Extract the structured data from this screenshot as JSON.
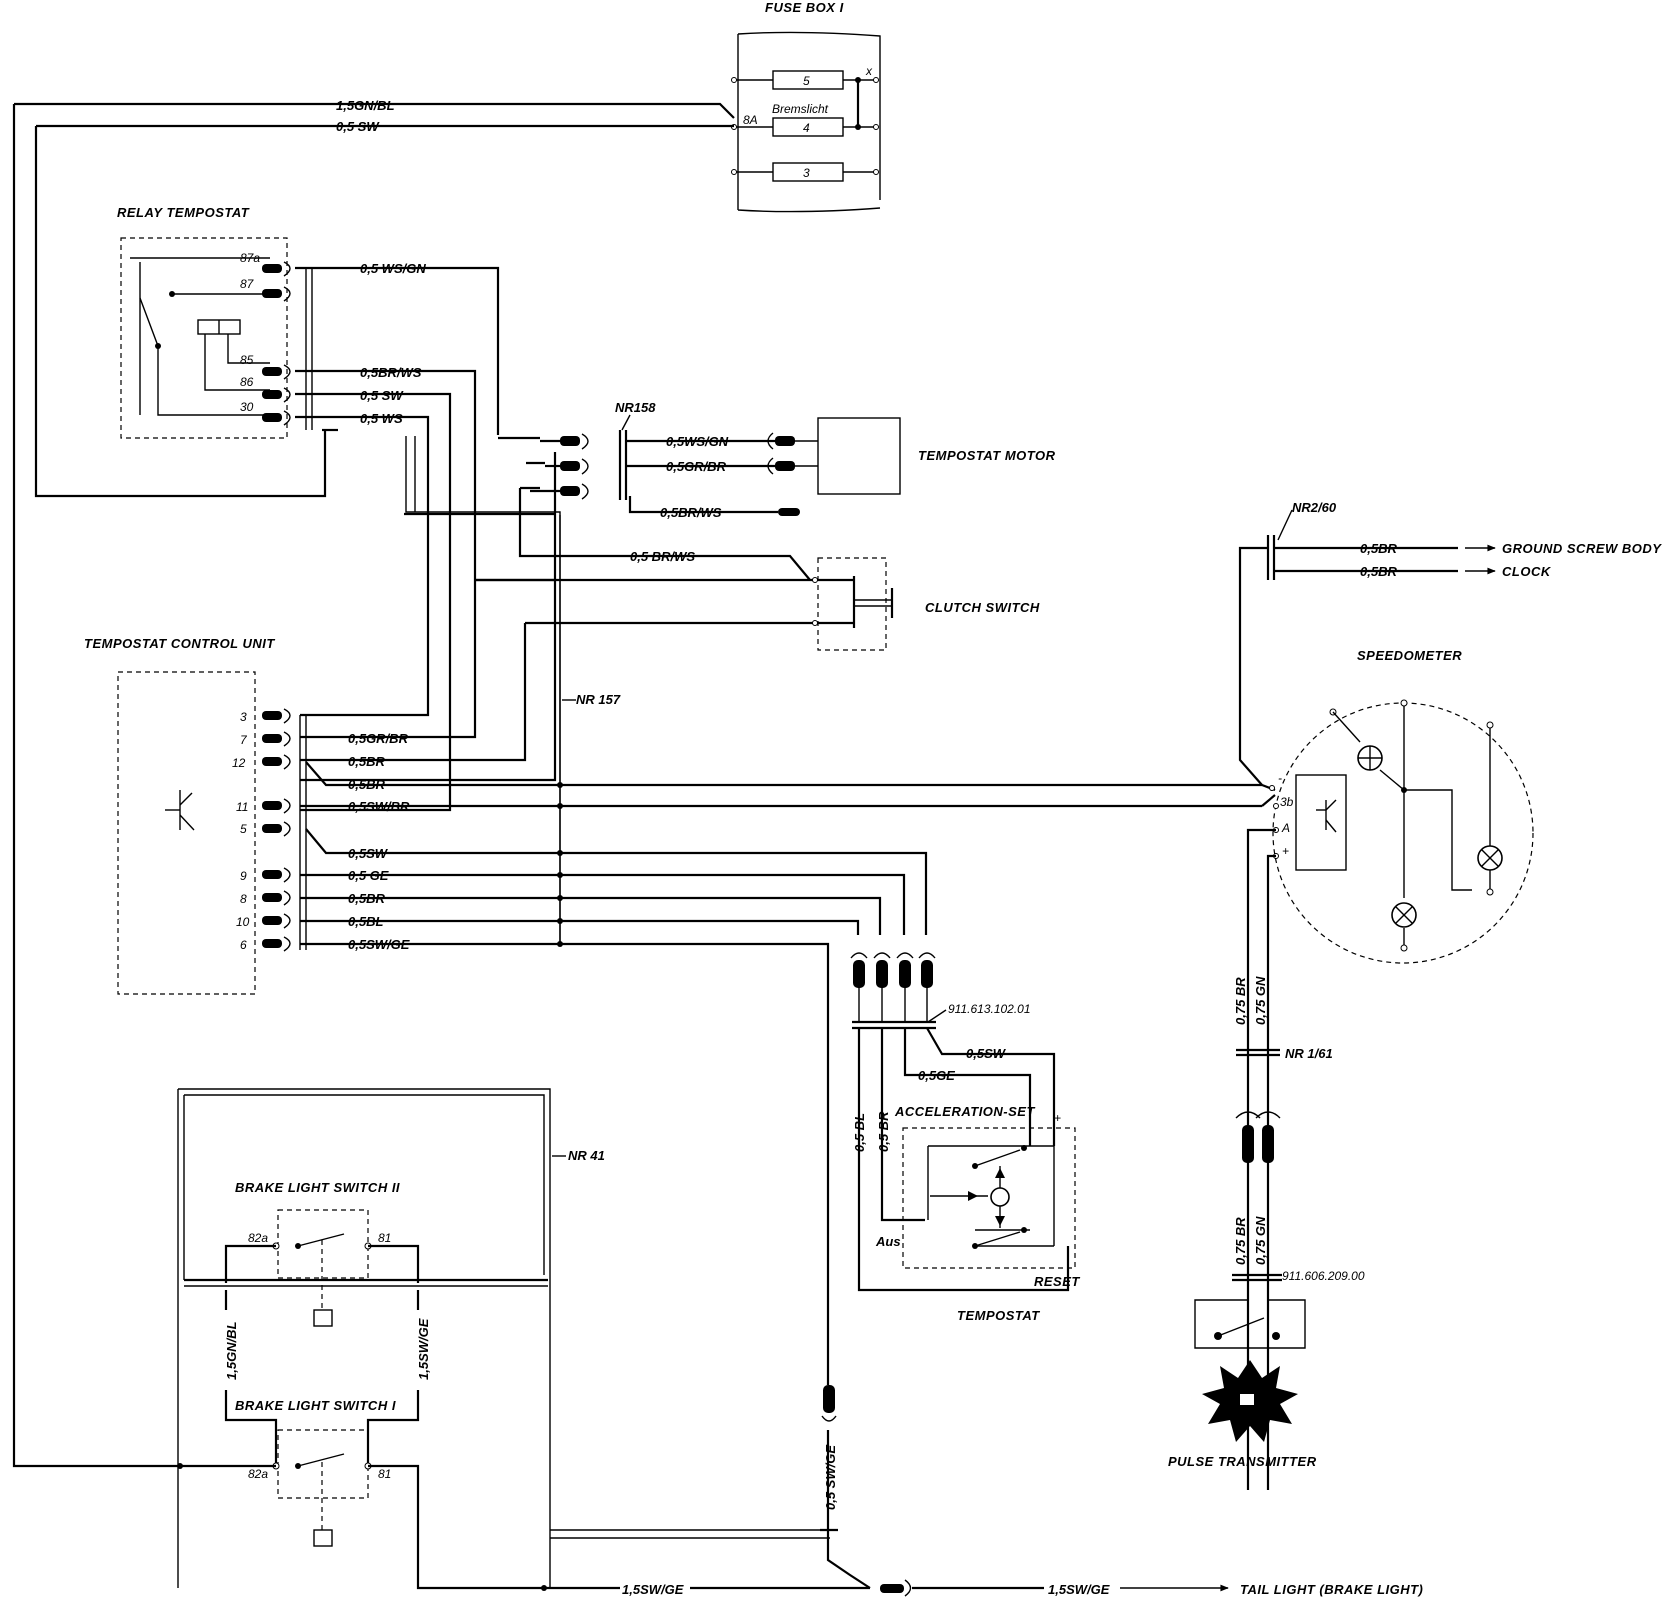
{
  "diagram": {
    "components": {
      "fuse_box": {
        "title": "FUSE BOX I",
        "fuses": [
          "5",
          "4",
          "3"
        ],
        "bremslicht": "Bremslicht",
        "fuse_rating": "8A",
        "x_mark": "x"
      },
      "relay": {
        "title": "RELAY TEMPOSTAT",
        "pins": [
          "87a",
          "87",
          "85",
          "86",
          "30"
        ]
      },
      "control_unit": {
        "title": "TEMPOSTAT CONTROL UNIT",
        "pins": [
          "3",
          "7",
          "12",
          "11",
          "5",
          "9",
          "8",
          "10",
          "6"
        ]
      },
      "tempostat_motor": {
        "title": "TEMPOSTAT MOTOR"
      },
      "clutch_switch": {
        "title": "CLUTCH SWITCH"
      },
      "speedometer": {
        "title": "SPEEDOMETER",
        "pins": [
          "3b",
          "A",
          "+",
          "-"
        ]
      },
      "tempostat": {
        "title": "TEMPOSTAT",
        "acceleration_set": "ACCELERATION-SET",
        "reset": "RESET",
        "aus": "Aus",
        "plus": "+"
      },
      "brake_switch_2": {
        "title": "BRAKE LIGHT SWITCH II",
        "pins": [
          "82a",
          "81"
        ]
      },
      "brake_switch_1": {
        "title": "BRAKE LIGHT SWITCH I",
        "pins": [
          "82a",
          "81"
        ]
      },
      "pulse_transmitter": {
        "title": "PULSE TRANSMITTER"
      }
    },
    "connectors": {
      "nr158": "NR158",
      "nr157": "NR 157",
      "nr260": "NR2/60",
      "nr161": "NR 1/61",
      "nr41": "NR 41",
      "part_1": "911.613.102.01",
      "part_2": "911.606.209.00"
    },
    "wires": {
      "w_15gnbl": "1,5GN/BL",
      "w_05sw": "0,5 SW",
      "w_05wsgn": "0,5 WS/GN",
      "w_05brws_relay": "0,5BR/WS",
      "w_05sw_relay": "0,5 SW",
      "w_05ws": "0,5 WS",
      "w_05wsgn_motor": "0,5WS/GN",
      "w_05grbr_motor": "0,5GR/BR",
      "w_05brws_158": "0,5BR/WS",
      "w_05brws_clutch": "0,5 BR/WS",
      "w_05grbr_cu": "0,5GR/BR",
      "w_05br_12a": "0,5BR",
      "w_05br_12b": "0,5BR",
      "w_05swbr": "0,5SW/BR",
      "w_05sw_5": "0,5SW",
      "w_05ge": "0,5 GE",
      "w_05br_8": "0,5BR",
      "w_05bl": "0,5BL",
      "w_05swge": "0,5SW/GE",
      "w_05sw_tempo": "0,5SW",
      "w_05ge_tempo": "0,5GE",
      "w_05bl_v": "0,5 BL",
      "w_05br_v": "0,5 BR",
      "w_05br_ground": "0,5BR",
      "w_05br_clock": "0,5BR",
      "w_075br_a": "0,75 BR",
      "w_075gn_a": "0,75 GN",
      "w_075br_b": "0,75 BR",
      "w_075gn_b": "0,75 GN",
      "w_15gnbl_v": "1,5GN/BL",
      "w_15swge_v": "1,5SW/GE",
      "w_05swge_v": "0,5 SW/GE",
      "w_15swge_h1": "1,5SW/GE",
      "w_15swge_h2": "1,5SW/GE"
    },
    "destinations": {
      "ground": "GROUND SCREW BODY",
      "clock": "CLOCK",
      "tail_light": "TAIL LIGHT (BRAKE LIGHT)"
    }
  }
}
